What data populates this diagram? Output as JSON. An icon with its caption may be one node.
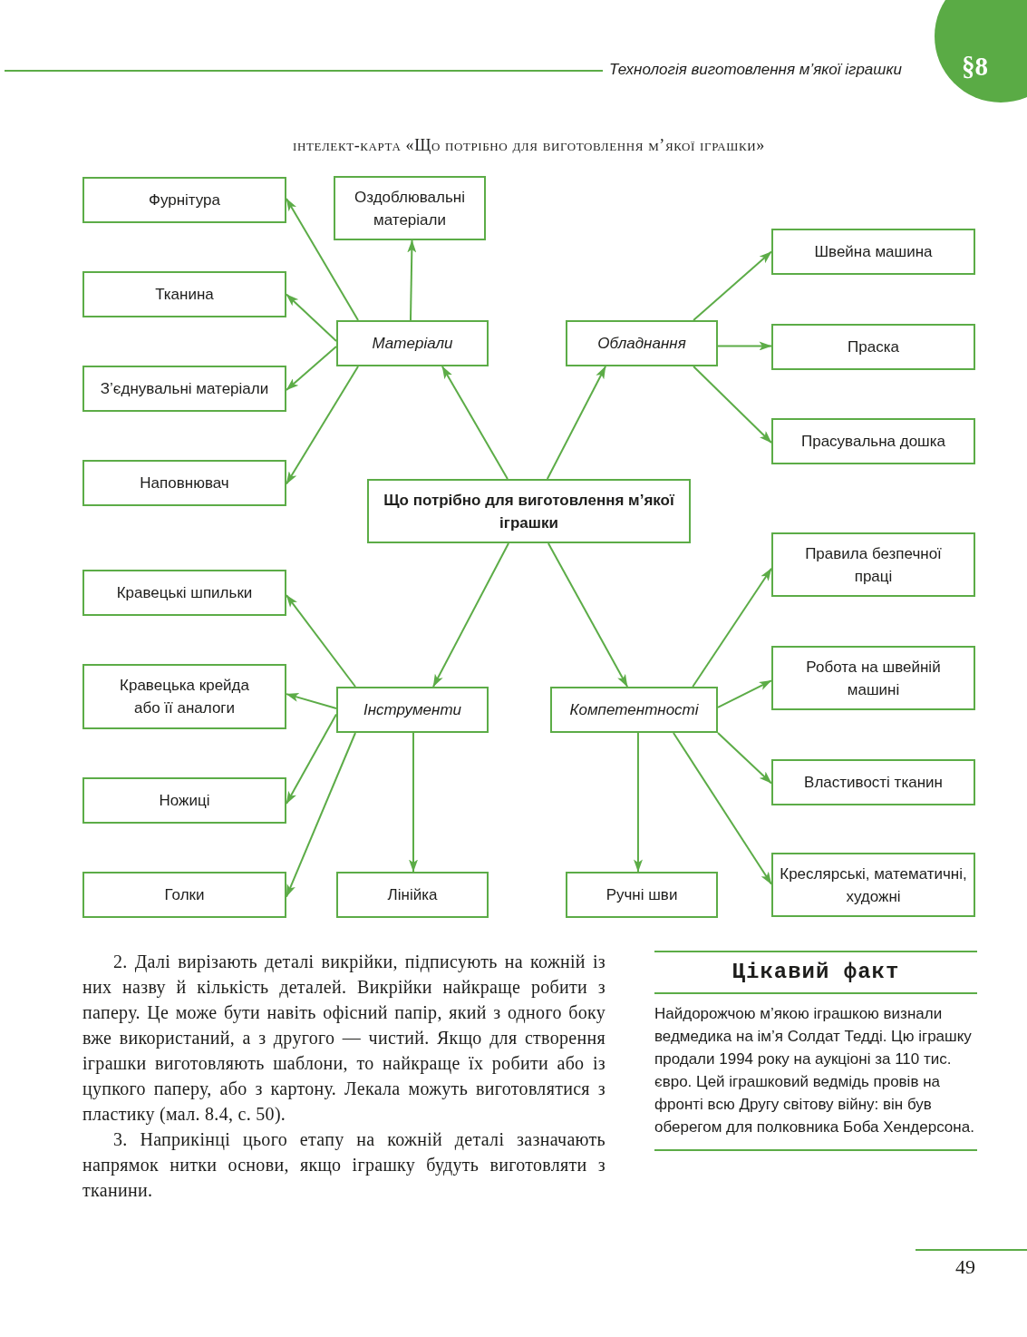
{
  "diagram": {
    "title": "інтелект-карта «Що потрібно для виготовлення м’якої іграшки»",
    "nodes": [
      {
        "text": [
          "Фурнітура"
        ]
      },
      {
        "text": [
          "Оздоблювальні матеріали"
        ]
      },
      {
        "text": [
          "Швейна машина"
        ]
      },
      {
        "text": [
          "Тканина"
        ]
      },
      {
        "text": [
          "Матеріали"
        ]
      },
      {
        "text": [
          "Обладнання"
        ]
      },
      {
        "text": [
          "Праска"
        ]
      },
      {
        "text": [
          "З’єднувальні матеріали"
        ]
      },
      {
        "text": [
          "Прасувальна дошка"
        ]
      },
      {
        "text": [
          "Наповнювач"
        ]
      },
      {
        "text": [
          "Що потрібно для виготовлення м’якої іграшки"
        ]
      },
      {
        "text": [
          "Правила безпечної праці"
        ]
      },
      {
        "text": [
          "Кравецькі шпильки"
        ]
      },
      {
        "text": [
          "Робота на швейній машині"
        ]
      },
      {
        "text": [
          "Кравецька крейда або її аналоги"
        ]
      },
      {
        "text": [
          "Інструменти"
        ]
      },
      {
        "text": [
          "Компетентності"
        ]
      },
      {
        "text": [
          "Властивості тканин"
        ]
      },
      {
        "text": [
          "Ножиці"
        ]
      },
      {
        "text": [
          "Голки"
        ]
      },
      {
        "text": [
          "Лінійка"
        ]
      },
      {
        "text": [
          "Ручні шви"
        ]
      },
      {
        "text": [
          "Креслярські, математичні, художні"
        ]
      }
    ],
    "edges": [
      {
        "from": 10,
        "to": 4,
        "arrow": "to"
      },
      {
        "from": 10,
        "to": 5,
        "arrow": "to"
      },
      {
        "from": 10,
        "to": 15,
        "arrow": "to"
      },
      {
        "from": 10,
        "to": 16,
        "arrow": "to"
      },
      {
        "from": 4,
        "to": 0,
        "arrow": "to"
      },
      {
        "from": 4,
        "to": 1,
        "arrow": "to"
      },
      {
        "from": 4,
        "to": 3,
        "arrow": "to"
      },
      {
        "from": 4,
        "to": 7,
        "arrow": "to"
      },
      {
        "from": 4,
        "to": 9,
        "arrow": "to"
      },
      {
        "from": 5,
        "to": 2,
        "arrow": "to"
      },
      {
        "from": 5,
        "to": 6,
        "arrow": "to"
      },
      {
        "from": 5,
        "to": 8,
        "arrow": "to"
      },
      {
        "from": 15,
        "to": 12,
        "arrow": "to"
      },
      {
        "from": 15,
        "to": 14,
        "arrow": "to"
      },
      {
        "from": 15,
        "to": 18,
        "arrow": "to"
      },
      {
        "from": 15,
        "to": 19,
        "arrow": "to"
      },
      {
        "from": 15,
        "to": 20,
        "arrow": "to"
      },
      {
        "from": 16,
        "to": 11,
        "arrow": "to"
      },
      {
        "from": 16,
        "to": 13,
        "arrow": "to"
      },
      {
        "from": 16,
        "to": 17,
        "arrow": "to"
      },
      {
        "from": 16,
        "to": 22,
        "arrow": "to"
      },
      {
        "from": 16,
        "to": 21,
        "arrow": "to"
      }
    ],
    "labels": [
      "Технологія виготовлення м’якої іграшки",
      "§8",
      "2. Далі вирізають деталі викрійки, підписують на кожній із них назву й кількість деталей. Викрійки найкраще робити з паперу. Це може бути навіть офісний папір, який з одного боку вже використаний, а з другого — чистий. Якщо для створення іграшки виготовляють шаблони, то найкраще їх робити або із цупкого паперу, або з картону. Лекала можуть виготовлятися з пластику (мал. 8.4, с. 50).",
      "3. Наприкінці цього етапу на кожній деталі зазначають напрямок нитки основи, якщо іграшку будуть виготовляти з тканини.",
      "Цікавий факт",
      "Найдорожчою м’якою іграшкою визнали ведмедика на ім’я Солдат Тедді. Цю іграшку продали 1994 року на аукціоні за 110 тис. євро. Цей іграшковий ведмідь провів на фронті всю Другу світову війну: він був оберегом для полковника Боба Хендерсона.",
      "49"
    ]
  }
}
